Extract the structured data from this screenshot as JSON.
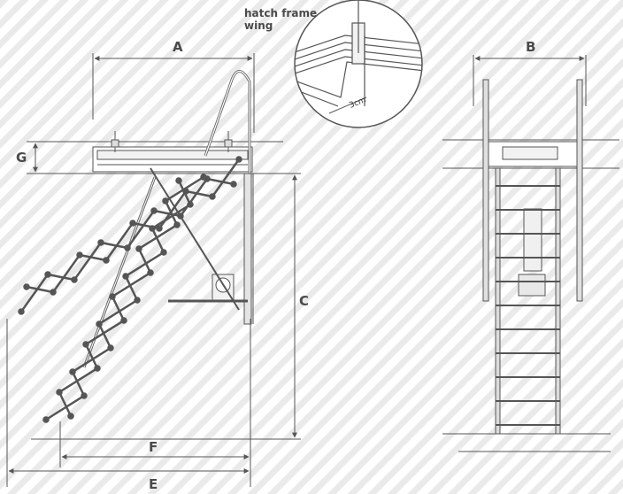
{
  "callout": {
    "line1": "hatch frame",
    "line2": "wing",
    "measure": "3cm"
  },
  "dimensions": {
    "A": "A",
    "B": "B",
    "C": "C",
    "E": "E",
    "F": "F",
    "G": "G"
  },
  "colors": {
    "line": "#555555",
    "stripe": "#e9e9e9",
    "fill": "#f2f2f2"
  }
}
